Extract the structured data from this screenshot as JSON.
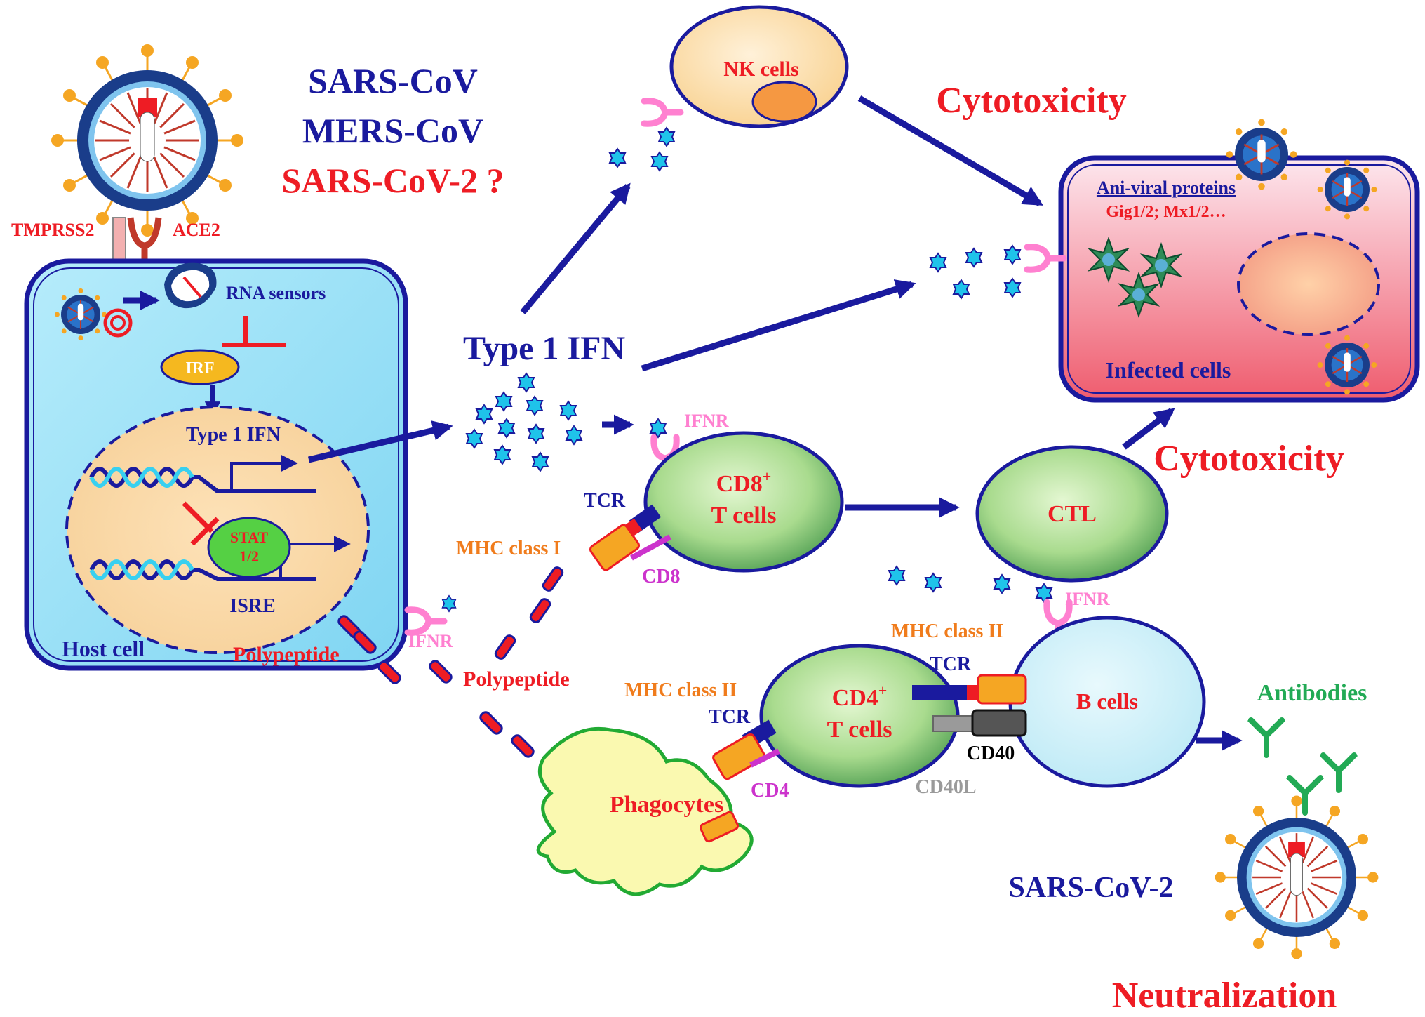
{
  "virus_titles": {
    "line1": "SARS-CoV",
    "line2": "MERS-CoV",
    "line3": "SARS-CoV-2 ?"
  },
  "entry": {
    "tmprss2": "TMPRSS2",
    "ace2": "ACE2"
  },
  "host_cell": {
    "rna_sensors": "RNA sensors",
    "irf": "IRF",
    "type1_ifn_gene": "Type 1 IFN",
    "stat_line1": "STAT",
    "stat_line2": "1/2",
    "isre": "ISRE",
    "label": "Host cell",
    "polypeptide": "Polypeptide",
    "ifnr": "IFNR"
  },
  "type1_ifn_label": "Type 1 IFN",
  "nk_cells": "NK cells",
  "cytotoxicity_top": "Cytotoxicity",
  "cytotoxicity_right": "Cytotoxicity",
  "infected": {
    "antiviral_title": "Ani-viral proteins",
    "antiviral_list": "Gig1/2; Mx1/2…",
    "label": "Infected cells"
  },
  "cd8": {
    "ifnr": "IFNR",
    "line1": "CD8",
    "sup": "+",
    "line2": "T cells",
    "tcr": "TCR",
    "mhc": "MHC class I",
    "cd8": "CD8"
  },
  "ctl": "CTL",
  "polypeptide_mid": "Polypeptide",
  "b_cells": {
    "ifnr": "IFNR",
    "mhc": "MHC class II",
    "label": "B cells"
  },
  "cd4": {
    "mhc": "MHC class II",
    "tcr_left": "TCR",
    "tcr_right": "TCR",
    "line1": "CD4",
    "sup": "+",
    "line2": "T cells",
    "cd4": "CD4",
    "cd40": "CD40",
    "cd40l": "CD40L"
  },
  "phagocytes": "Phagocytes",
  "antibodies": "Antibodies",
  "sars_cov2_bottom": "SARS-CoV-2",
  "neutralization": "Neutralization",
  "colors": {
    "navy": "#1a1a9e",
    "red": "#ee1c24",
    "orange": "#f07c1c",
    "magenta": "#cc33cc",
    "pink": "#ff80d0",
    "green": "#22aa55",
    "gray": "#9a9a9a"
  }
}
